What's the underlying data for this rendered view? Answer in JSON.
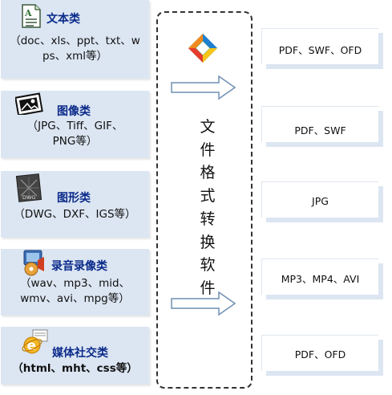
{
  "sources": [
    {
      "title": "文本类",
      "desc_lines": [
        "（doc、xls、ppt、txt、w",
        "ps、xml等）"
      ],
      "icon": "document-icon"
    },
    {
      "title": "图像类",
      "desc_lines": [
        "（JPG、Tiff、GIF、",
        "PNG等）"
      ],
      "icon": "picture-icon"
    },
    {
      "title": "图形类",
      "desc_lines": [
        "（DWG、DXF、IGS等）"
      ],
      "icon": "dwg-file-icon",
      "icon_text": "DWG"
    },
    {
      "title": "录音录像类",
      "desc_lines": [
        "（wav、mp3、mid、",
        "wmv、avi、mpg等）"
      ],
      "icon": "media-player-icon"
    },
    {
      "title": "媒体社交类",
      "desc_lines": [
        "（html、mht、css等）"
      ],
      "icon": "internet-explorer-icon"
    }
  ],
  "converter": {
    "label_chars": [
      "文",
      "件",
      "格",
      "式",
      "转",
      "换",
      "软",
      "件"
    ],
    "icon": "converter-logo-icon"
  },
  "outputs": [
    {
      "label": "PDF、SWF、OFD"
    },
    {
      "label": "PDF、SWF"
    },
    {
      "label": "JPG"
    },
    {
      "label": "MP3、MP4、AVI"
    },
    {
      "label": "PDF、OFD"
    }
  ],
  "arrows": [
    "right-arrow-icon",
    "right-arrow-icon"
  ],
  "colors": {
    "source_box": "#dce6f2",
    "title": "#0b2a8a",
    "output_shadow": "#dce6f2"
  }
}
